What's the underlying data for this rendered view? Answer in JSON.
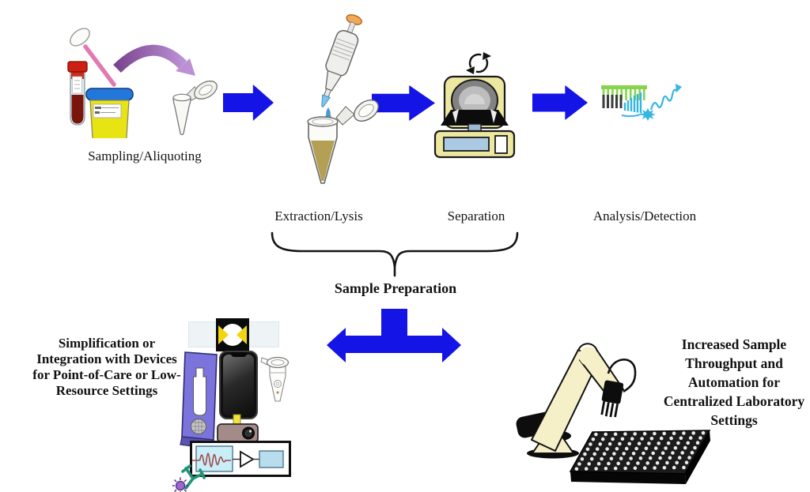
{
  "figure": {
    "steps": [
      {
        "label": "Sampling/Aliquoting"
      },
      {
        "label": "Extraction/Lysis"
      },
      {
        "label": "Separation"
      },
      {
        "label": "Analysis/Detection"
      }
    ],
    "brace_label": "Sample Preparation",
    "branch_left_lines": [
      "Simplification or",
      "Integration with Devices",
      "for Point-of-Care or Low-",
      "Resource Settings"
    ],
    "branch_right_lines": [
      "Increased Sample",
      "Throughput and",
      "Automation for",
      "Centralized Laboratory",
      "Settings"
    ]
  },
  "icons": {
    "sampling": [
      "swab-icon",
      "blood-tube-icon",
      "urine-cup-icon",
      "transfer-arrow-icon",
      "microtube-icon"
    ],
    "extraction": [
      "pipette-icon",
      "droplets-icon",
      "conical-tube-icon"
    ],
    "separation": [
      "centrifuge-icon",
      "rotation-arrows-icon"
    ],
    "analysis": [
      "gel-comb-icon",
      "signal-bars-icon",
      "fluorescence-star-icon",
      "emission-wave-arrow-icon"
    ],
    "flow": [
      "flow-arrow-icon",
      "branch-arrow-icon",
      "brace"
    ],
    "point_of_care": [
      "glass-slide-icon",
      "detection-window-icon",
      "microfluidic-chip-icon",
      "smartphone-icon",
      "sample-tube-icon",
      "camera-attachment-icon",
      "circuit-diagram-icon",
      "antibody-icon",
      "virus-icon"
    ],
    "centralized": [
      "robot-arm-icon",
      "well-plate-icon"
    ]
  },
  "colors": {
    "flow_arrow_blue": "#1414e6",
    "transfer_arrow_purple": "#9a63ae",
    "centrifuge_yellow": "#ece8a0",
    "robot_cream": "#f5f0c8",
    "urine_yellow": "#e8e414",
    "cup_lid_blue": "#2277dd",
    "blood_red": "#7a150d",
    "detection_cyan": "#35b5e0",
    "gel_green": "#86d44e",
    "chip_purple": "#7b74dc"
  }
}
